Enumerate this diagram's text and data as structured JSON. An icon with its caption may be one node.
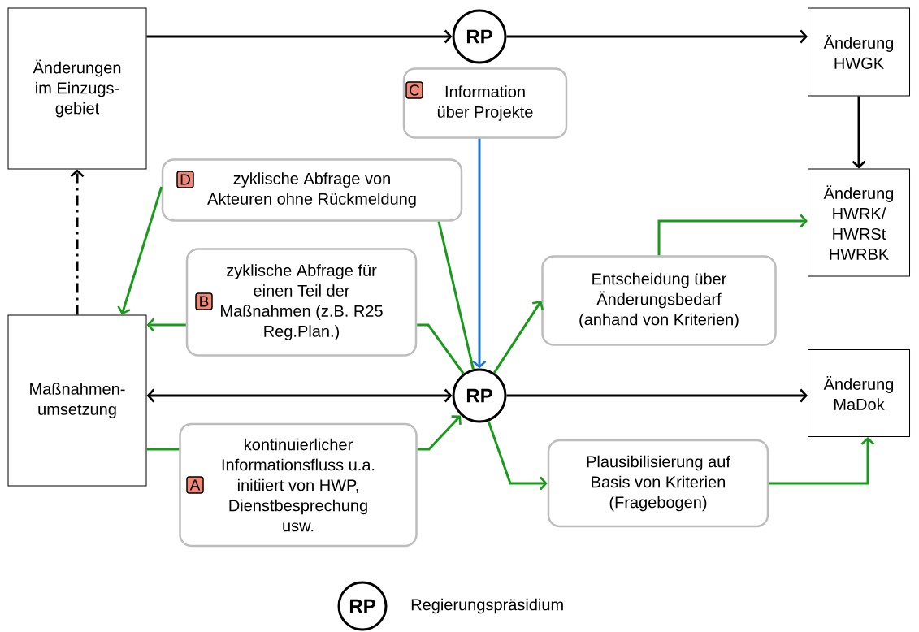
{
  "diagram": {
    "nodes": [
      {
        "text": [
          "Änderungen im Einzugs- gebiet"
        ]
      },
      {
        "text": [
          "RP"
        ]
      },
      {
        "text": [
          "Änderung HWGK"
        ]
      },
      {
        "text": [
          "C",
          "Information über Projekte"
        ]
      },
      {
        "text": [
          "Änderung HWRK/ HWRSt HWRBK"
        ]
      },
      {
        "text": [
          "D",
          "zyklische Abfrage von Akteuren ohne Rückmeldung"
        ]
      },
      {
        "text": [
          "B",
          "zyklische Abfrage für einen Teil der Maßnahmen (z.B. R25 Reg.Plan.)"
        ]
      },
      {
        "text": [
          "Entscheidung über Änderungsbedarf (anhand von Kriterien)"
        ]
      },
      {
        "text": [
          "Maßnahmen- umsetzung"
        ]
      },
      {
        "text": [
          "RP"
        ]
      },
      {
        "text": [
          "Änderung MaDok"
        ]
      },
      {
        "text": [
          "A",
          "kontinuierlicher Informationsfluss u.a. initiiert von HWP, Dienstbesprechung usw."
        ]
      },
      {
        "text": [
          "Plausibilisierung auf Basis von Kriterien (Fragebogen)"
        ]
      }
    ],
    "edges": [
      {
        "from": 0,
        "to": 1,
        "arrow": "to",
        "color": "#000000"
      },
      {
        "from": 1,
        "to": 2,
        "arrow": "to",
        "color": "#000000"
      },
      {
        "from": 2,
        "to": 4,
        "arrow": "to",
        "color": "#000000"
      },
      {
        "from": 3,
        "to": 9,
        "arrow": "to",
        "color": "#1f77c8"
      },
      {
        "from": 9,
        "to": 7,
        "arrow": "to"
      },
      {
        "from": 7,
        "to": 4,
        "arrow": "to"
      },
      {
        "from": 9,
        "to": 12,
        "arrow": "to"
      },
      {
        "from": 12,
        "to": 10,
        "arrow": "to"
      },
      {
        "from": 9,
        "to": 10,
        "arrow": "to",
        "color": "#000000"
      },
      {
        "from": 8,
        "to": 9,
        "arrow": "both",
        "color": "#000000"
      },
      {
        "from": 8,
        "to": 11,
        "arrow": "none"
      },
      {
        "from": 11,
        "to": 9,
        "arrow": "to"
      },
      {
        "from": 9,
        "to": 6,
        "arrow": "none"
      },
      {
        "from": 6,
        "to": 8,
        "arrow": "to"
      },
      {
        "from": 9,
        "to": 5,
        "arrow": "none"
      },
      {
        "from": 5,
        "to": 8,
        "arrow": "to"
      },
      {
        "from": 8,
        "to": 0,
        "arrow": "to",
        "style": "dashed",
        "color": "#000000"
      }
    ],
    "labels": [
      "RP"
    ],
    "legend": [
      {
        "text": "Regierungspräsidium"
      }
    ]
  }
}
